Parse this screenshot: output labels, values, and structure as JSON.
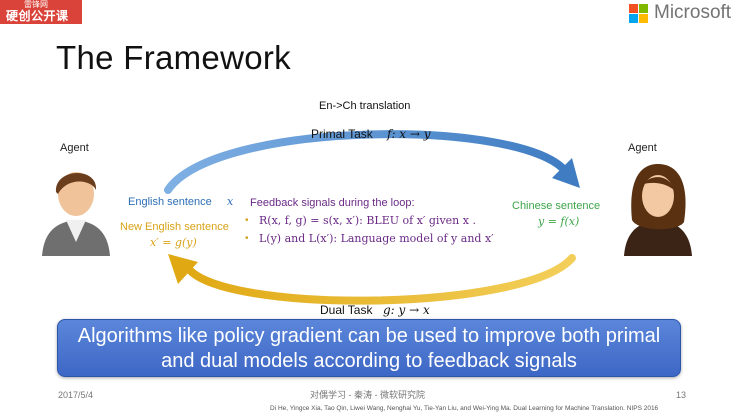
{
  "watermark": {
    "line1": "雷锋网",
    "line2": "硬创公开课"
  },
  "logo": {
    "name": "Microsoft",
    "colors": [
      "#f25022",
      "#7fba00",
      "#00a4ef",
      "#ffb900"
    ]
  },
  "slide": {
    "title": "The Framework",
    "subtitle": "En->Ch translation",
    "primal_task": "Primal Task",
    "primal_formula": "f: x → y",
    "dual_task": "Dual Task",
    "dual_formula": "g: y → x",
    "agent_left": "Agent",
    "agent_right": "Agent",
    "english_sentence": "English sentence",
    "english_var": "x",
    "new_english_sentence": "New English sentence",
    "new_english_formula": "x′ = g(y)",
    "chinese_sentence": "Chinese sentence",
    "chinese_formula": "y = f(x)",
    "feedback_heading": "Feedback signals during the loop:",
    "feedback_items": [
      "R(x, f, g) = s(x, x′): BLEU of x′ given x .",
      "L(y) and L(x′): Language model of y and x′"
    ],
    "banner_line1": "Algorithms like policy gradient can be used to improve both primal",
    "banner_line2": "and dual models according to feedback signals",
    "footer_date": "2017/5/4",
    "footer_center": "对偶学习 - 秦涛 - 微软研究院",
    "page_number": "13",
    "citation": "Di He, Yingce Xia, Tao Qin, Liwei Wang, Nenghai Yu, Tie-Yan Liu, and Wei-Ying Ma. Dual Learning for Machine Translation. NIPS 2016"
  },
  "colors": {
    "blue_text": "#2d6fb6",
    "green_text": "#3da54a",
    "orange_text": "#d9a318",
    "purple_text": "#6a2a86",
    "arrow_blue": "#4d87c7",
    "arrow_gold": "#e3b11c",
    "banner": "#4672cf"
  },
  "icons": [
    "male-user-icon",
    "female-user-icon",
    "primal-arrow-icon",
    "dual-arrow-icon"
  ]
}
